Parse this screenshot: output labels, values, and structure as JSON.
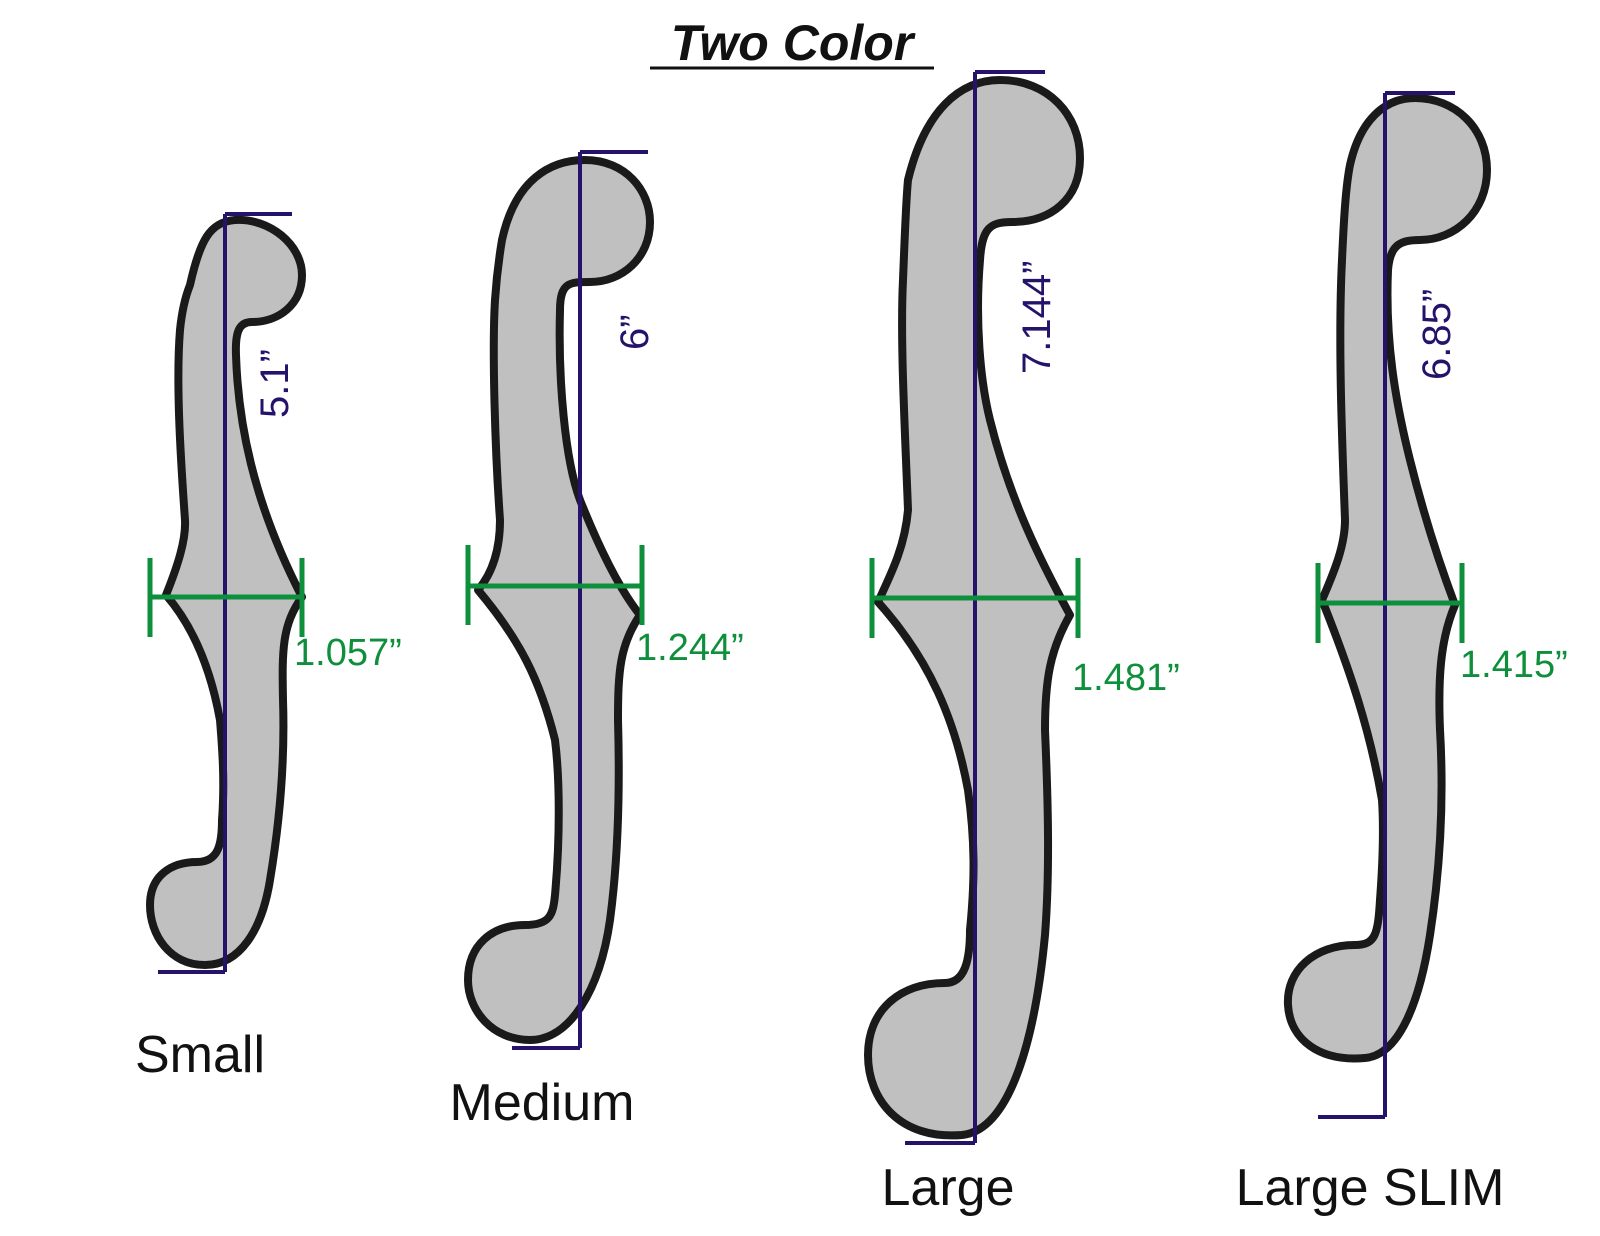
{
  "title": "Two Color",
  "colors": {
    "shape_fill": "#c0c0c0",
    "outline": "#1a1a1a",
    "length_dimension": "#24126b",
    "width_dimension": "#0e8f3c"
  },
  "products": [
    {
      "name": "Small",
      "length": "5.1”",
      "width": "1.057”"
    },
    {
      "name": "Medium",
      "length": "6”",
      "width": "1.244”"
    },
    {
      "name": "Large",
      "length": "7.144”",
      "width": "1.481”"
    },
    {
      "name": "Large SLIM",
      "length": "6.85”",
      "width": "1.415”"
    }
  ]
}
